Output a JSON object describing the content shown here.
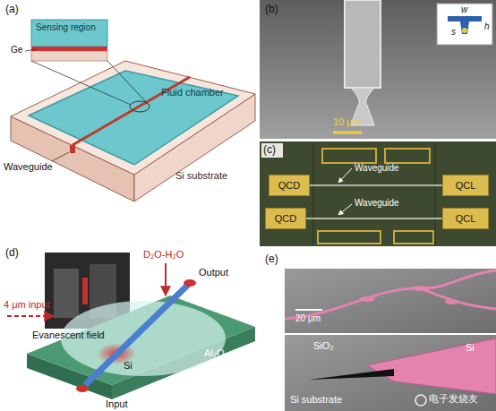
{
  "diagram": {
    "nodes": [
      {
        "text": [
          "QCD"
        ]
      },
      {
        "text": [
          "QCD"
        ]
      },
      {
        "text": [
          "QCL"
        ]
      },
      {
        "text": [
          "QCL"
        ]
      }
    ],
    "edges": [
      {
        "from": 0,
        "to": 2,
        "arrow": "none"
      },
      {
        "from": 1,
        "to": 3,
        "arrow": "none"
      }
    ],
    "labels": [
      "(a)",
      "Sensing region",
      "Ge",
      "Fluid chamber",
      "Waveguide",
      "Si substrate",
      "(b)",
      "w",
      "h",
      "s",
      "10 μm",
      "(c)",
      "Waveguide",
      "Waveguide",
      "(d)",
      "D₂O-H₂O",
      "4 μm input",
      "Output",
      "Evanescent field",
      "Si",
      "Al₂O₃",
      "Input",
      "(e)",
      "20 μm",
      "SiO₂",
      "Si",
      "Si substrate",
      "电子发烧友"
    ]
  }
}
